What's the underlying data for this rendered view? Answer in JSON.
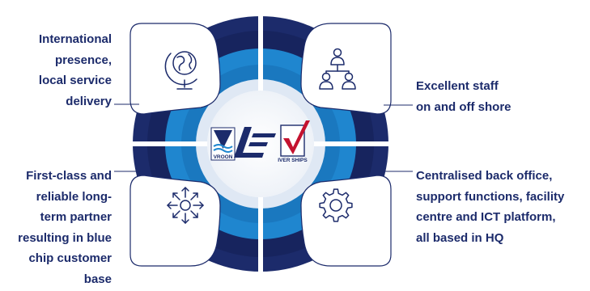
{
  "diagram": {
    "segments": [
      {
        "id": "top-left",
        "icon": "globe-icon",
        "lines": [
          "International",
          "presence,",
          "local service",
          "delivery"
        ]
      },
      {
        "id": "top-right",
        "icon": "people-hierarchy-icon",
        "lines": [
          "Excellent staff",
          "on and off shore"
        ]
      },
      {
        "id": "bottom-left",
        "icon": "arrows-outward-icon",
        "lines": [
          "First-class and",
          "reliable long-",
          "term partner",
          "resulting in blue",
          "chip customer",
          "base"
        ]
      },
      {
        "id": "bottom-right",
        "icon": "gear-icon",
        "lines": [
          "Centralised back office,",
          "support functions, facility",
          "centre and ICT platform,",
          "all based in HQ"
        ]
      }
    ],
    "center_logos": [
      {
        "icon": "vroon-logo",
        "text": "VROON"
      },
      {
        "icon": "ve-monogram-logo",
        "text": ""
      },
      {
        "icon": "iver-ships-logo",
        "text": "IVER SHIPS"
      }
    ]
  },
  "colors": {
    "outer_ring": "#1c2b6b",
    "middle_ring": "#1f86cf",
    "inner_ring": "#dfe8f4",
    "text": "#1c2b6b",
    "icon_stroke": "#1c2b6b",
    "iver_red": "#c4122f"
  }
}
